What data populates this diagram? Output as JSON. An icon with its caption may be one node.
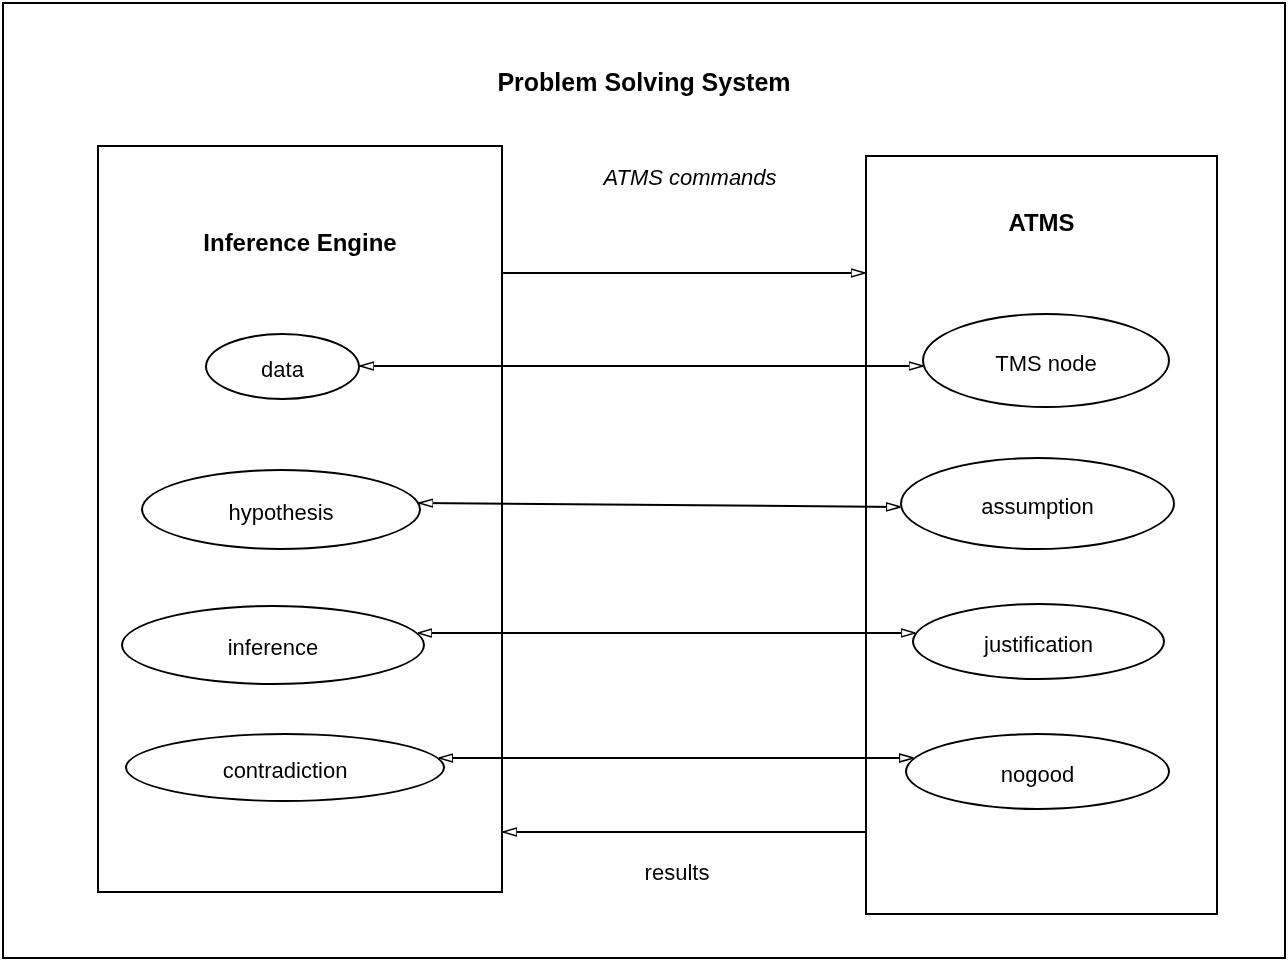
{
  "diagram": {
    "nodes": [
      {
        "text": [
          "Problem Solving System"
        ]
      },
      {
        "text": [
          "Inference Engine"
        ],
        "in": 0
      },
      {
        "text": [
          "ATMS"
        ],
        "in": 0
      },
      {
        "text": [
          "data"
        ],
        "in": 1
      },
      {
        "text": [
          "hypothesis"
        ],
        "in": 1
      },
      {
        "text": [
          "inference"
        ],
        "in": 1
      },
      {
        "text": [
          "contradiction"
        ],
        "in": 1
      },
      {
        "text": [
          "TMS node"
        ],
        "in": 2
      },
      {
        "text": [
          "assumption"
        ],
        "in": 2
      },
      {
        "text": [
          "justification"
        ],
        "in": 2
      },
      {
        "text": [
          "nogood"
        ],
        "in": 2
      }
    ],
    "edges": [
      {
        "from": 1,
        "to": 2,
        "arrow": "to",
        "label": "ATMS commands"
      },
      {
        "from": 3,
        "to": 7,
        "arrow": "both"
      },
      {
        "from": 4,
        "to": 8,
        "arrow": "both"
      },
      {
        "from": 5,
        "to": 9,
        "arrow": "both"
      },
      {
        "from": 6,
        "to": 10,
        "arrow": "both"
      },
      {
        "from": 2,
        "to": 1,
        "arrow": "to",
        "label": "results"
      }
    ]
  }
}
